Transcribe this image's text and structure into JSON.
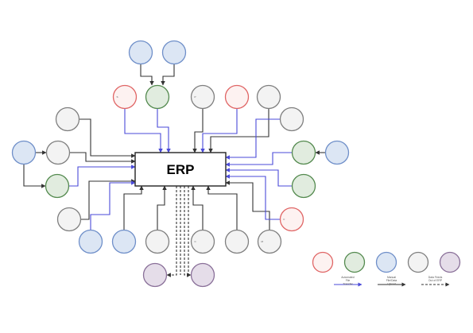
{
  "erp": {
    "label": "ERP"
  },
  "colors": {
    "red": {
      "fill": "#fdf2f1",
      "stroke": "#e06666"
    },
    "green": {
      "fill": "#e1ecdf",
      "stroke": "#548a4f"
    },
    "blue": {
      "fill": "#dce6f4",
      "stroke": "#6f8fc9"
    },
    "white": {
      "fill": "#f3f3f3",
      "stroke": "#7f7f7f"
    },
    "purple": {
      "fill": "#e5dde9",
      "stroke": "#8a7099"
    },
    "line_auto": "#4a4ad8",
    "line_manual": "#333333",
    "line_dashed": "#333333",
    "erp_stroke": "#222222"
  },
  "legend": {
    "swatches": [
      "red",
      "green",
      "blue",
      "white",
      "purple"
    ],
    "lines": [
      {
        "type": "auto",
        "label_lines": [
          "Automated",
          "File",
          "Transfer"
        ]
      },
      {
        "type": "manual",
        "label_lines": [
          "Manual",
          "File/Data",
          "Upload"
        ]
      },
      {
        "type": "dashed",
        "label_lines": [
          "Data Feeds",
          "Out of ERP"
        ]
      }
    ]
  },
  "nodes": [
    {
      "id": "n1",
      "color": "blue",
      "label": ""
    },
    {
      "id": "n2",
      "color": "blue",
      "label": ""
    },
    {
      "id": "n3",
      "color": "red",
      "label": "S"
    },
    {
      "id": "n4",
      "color": "green",
      "label": ""
    },
    {
      "id": "n5",
      "color": "white",
      "label": "P"
    },
    {
      "id": "n6",
      "color": "red",
      "label": ""
    },
    {
      "id": "n7",
      "color": "white",
      "label": ""
    },
    {
      "id": "n8",
      "color": "white",
      "label": ""
    },
    {
      "id": "n9",
      "color": "white",
      "label": ""
    },
    {
      "id": "n10",
      "color": "blue",
      "label": ""
    },
    {
      "id": "n11",
      "color": "white",
      "label": ""
    },
    {
      "id": "n12",
      "color": "green",
      "label": ""
    },
    {
      "id": "n13",
      "color": "white",
      "label": ""
    },
    {
      "id": "n14",
      "color": "blue",
      "label": ""
    },
    {
      "id": "n15",
      "color": "blue",
      "label": ""
    },
    {
      "id": "n16",
      "color": "white",
      "label": ""
    },
    {
      "id": "n17",
      "color": "white",
      "label": "C"
    },
    {
      "id": "n18",
      "color": "white",
      "label": ""
    },
    {
      "id": "n19",
      "color": "white",
      "label": "M"
    },
    {
      "id": "n20",
      "color": "green",
      "label": ""
    },
    {
      "id": "n21",
      "color": "blue",
      "label": ""
    },
    {
      "id": "n22",
      "color": "green",
      "label": ""
    },
    {
      "id": "n23",
      "color": "red",
      "label": "F"
    },
    {
      "id": "n24",
      "color": "purple",
      "label": ""
    },
    {
      "id": "n25",
      "color": "purple",
      "label": ""
    }
  ],
  "connections": [
    {
      "from": "n1",
      "to": "n4",
      "type": "manual"
    },
    {
      "from": "n2",
      "to": "n4",
      "type": "manual"
    },
    {
      "from": "n3",
      "to": "erp",
      "type": "auto"
    },
    {
      "from": "n4",
      "to": "erp",
      "type": "auto"
    },
    {
      "from": "n5",
      "to": "erp",
      "type": "manual"
    },
    {
      "from": "n6",
      "to": "erp",
      "type": "auto"
    },
    {
      "from": "n7",
      "to": "erp",
      "type": "manual"
    },
    {
      "from": "n8",
      "to": "erp",
      "type": "manual"
    },
    {
      "from": "n9",
      "to": "erp",
      "type": "manual"
    },
    {
      "from": "n10",
      "to": "n9",
      "type": "manual"
    },
    {
      "from": "n10",
      "to": "n12",
      "type": "manual"
    },
    {
      "from": "n12",
      "to": "erp",
      "type": "auto"
    },
    {
      "from": "n11",
      "to": "erp",
      "type": "auto"
    },
    {
      "from": "n13",
      "to": "erp",
      "type": "manual"
    },
    {
      "from": "n14",
      "to": "erp",
      "type": "auto"
    },
    {
      "from": "n15",
      "to": "erp",
      "type": "manual"
    },
    {
      "from": "n16",
      "to": "erp",
      "type": "manual"
    },
    {
      "from": "n17",
      "to": "erp",
      "type": "manual"
    },
    {
      "from": "n18",
      "to": "erp",
      "type": "manual"
    },
    {
      "from": "n19",
      "to": "erp",
      "type": "manual"
    },
    {
      "from": "n20",
      "to": "erp",
      "type": "auto"
    },
    {
      "from": "n21",
      "to": "n20",
      "type": "manual"
    },
    {
      "from": "n22",
      "to": "erp",
      "type": "auto"
    },
    {
      "from": "n23",
      "to": "erp",
      "type": "auto"
    },
    {
      "from": "erp",
      "to": "n24",
      "type": "dashed"
    },
    {
      "from": "erp",
      "to": "n25",
      "type": "dashed"
    }
  ]
}
